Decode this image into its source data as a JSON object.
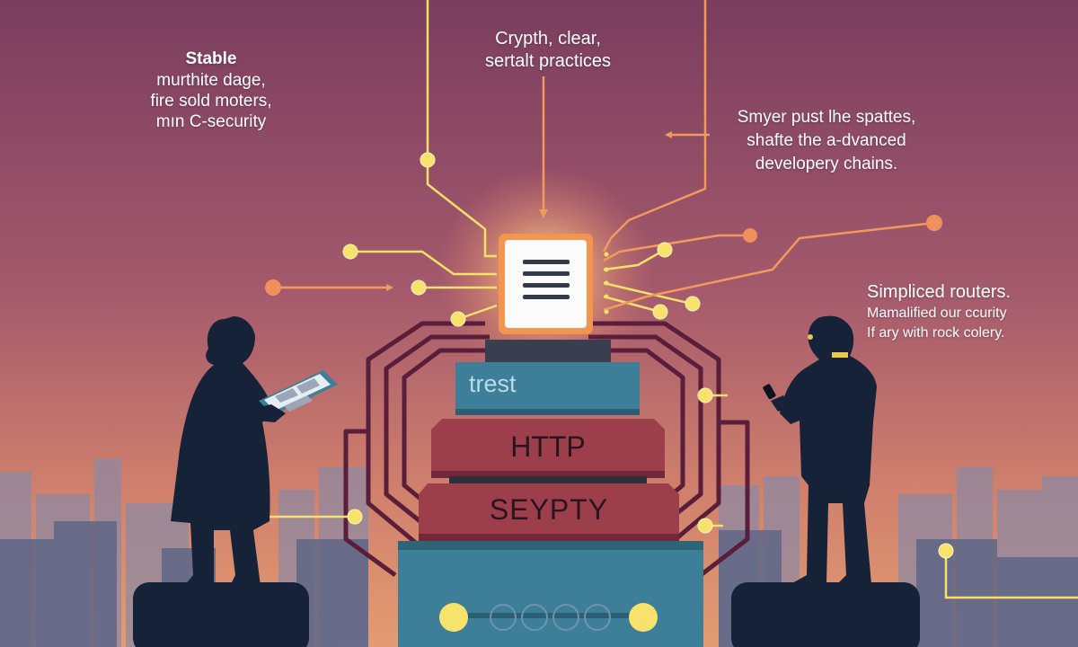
{
  "captions": {
    "top_left": {
      "title": "Stable",
      "lines": [
        "murthite dage,",
        "fire sold moters,",
        "mın C-security"
      ]
    },
    "top_center": {
      "lines": [
        "Crypth, clear,",
        "sertalt practices"
      ]
    },
    "right_middle": {
      "lines": [
        "Smyer pust lhe spattes,",
        "shafte the a-dvanced",
        "developery chains."
      ]
    },
    "right": {
      "title": "Simpliced routers.",
      "lines": [
        "Mamalified our ccurity",
        "If ary with rock colery."
      ]
    }
  },
  "stack_labels": {
    "top": "trest",
    "middle": "HTTP",
    "bottom": "SEYPTY"
  },
  "colors": {
    "sky_top": "#7a3e5e",
    "sky_bottom": "#d9896a",
    "wire_yellow": "#f5e06a",
    "wire_orange": "#f29a5e",
    "wire_dark": "#5a1e3a",
    "node_yellow": "#f7e26b",
    "node_orange": "#f0905c",
    "layer_teal": "#3d7e98",
    "layer_red": "#9c3f4a",
    "silhouette": "#152238"
  },
  "icons": {
    "document": "document-list-icon",
    "tablet": "tablet-icon",
    "phone": "smartphone-icon"
  }
}
